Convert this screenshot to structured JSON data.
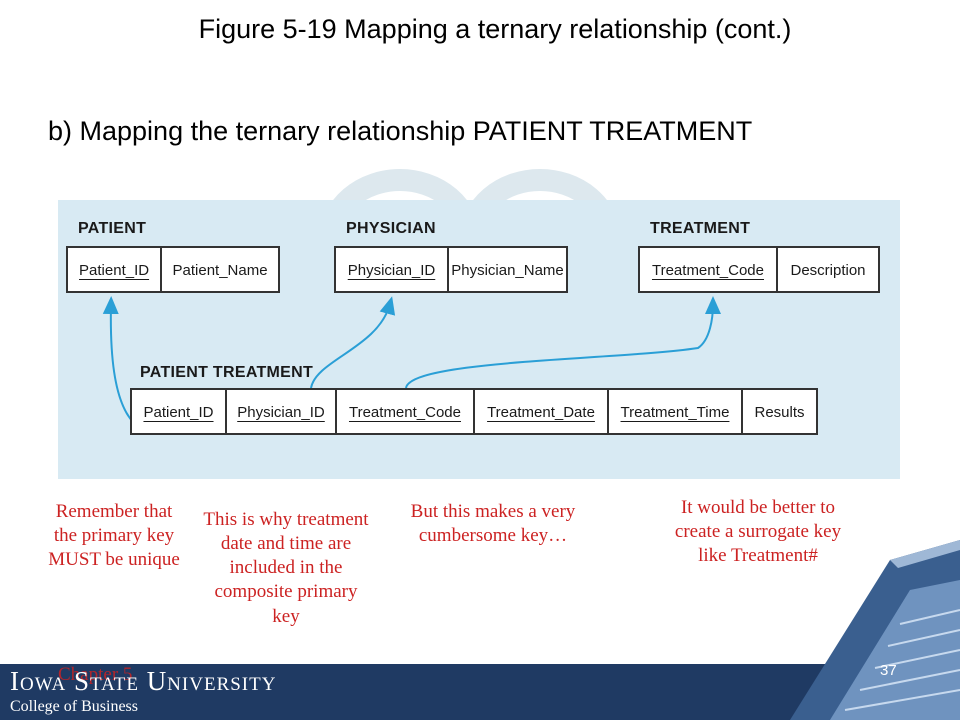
{
  "title": "Figure 5-19 Mapping a ternary relationship (cont.)",
  "subtitle": "b) Mapping the ternary relationship PATIENT TREATMENT",
  "entities": {
    "patient": {
      "name": "PATIENT",
      "attributes": [
        "Patient_ID",
        "Patient_Name"
      ]
    },
    "physician": {
      "name": "PHYSICIAN",
      "attributes": [
        "Physician_ID",
        "Physician_Name"
      ]
    },
    "treatment": {
      "name": "TREATMENT",
      "attributes": [
        "Treatment_Code",
        "Description"
      ]
    },
    "patient_treatment": {
      "name": "PATIENT TREATMENT",
      "attributes": [
        "Patient_ID",
        "Physician_ID",
        "Treatment_Code",
        "Treatment_Date",
        "Treatment_Time",
        "Results"
      ]
    }
  },
  "notes": [
    "Remember that the primary key MUST be unique",
    "This is why treatment date and time are included in the composite primary key",
    "But this makes a very cumbersome key…",
    "It would be better to create a surrogate key like Treatment#"
  ],
  "footer": {
    "brand_line1": "Iowa State University",
    "brand_line2": "College of Business",
    "chapter": "Chapter 5",
    "page_number": "37"
  },
  "colors": {
    "diagram_bg": "#d8eaf3",
    "arrow": "#2a9fd6",
    "note_text": "#cc2222",
    "footer_bg": "#1f3a63"
  }
}
